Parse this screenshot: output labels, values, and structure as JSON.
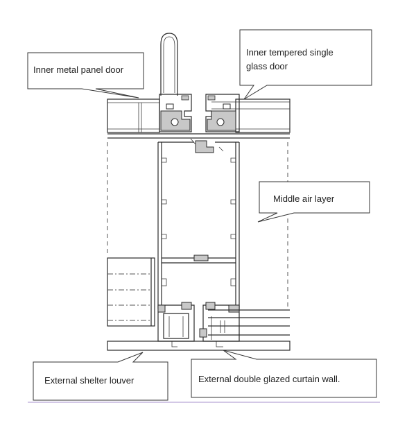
{
  "labels": {
    "inner_metal_panel_door": "Inner metal panel door",
    "inner_tempered_glass_door_line1": "Inner tempered single",
    "inner_tempered_glass_door_line2": "glass door",
    "middle_air_layer": "Middle air layer",
    "external_shelter_louver": "External shelter louver",
    "external_double_glazed_curtain_wall": "External double glazed curtain wall."
  },
  "colors": {
    "line": "#2a2a2a",
    "fill_gray": "#c8c8c8",
    "bottom_rule": "#b9a7d6"
  }
}
